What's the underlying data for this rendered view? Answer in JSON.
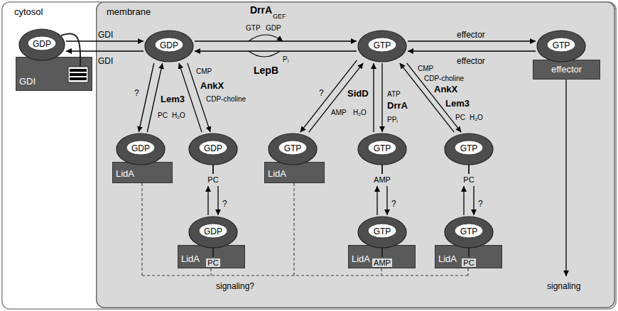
{
  "diagram": {
    "nodes": [
      {
        "text": [
          "cytosol"
        ]
      },
      {
        "text": [
          "GDP"
        ],
        "in": 0
      },
      {
        "text": [
          "GDI"
        ],
        "in": 0
      },
      {
        "text": [
          "membrane"
        ],
        "in": 0
      },
      {
        "text": [
          "GDP"
        ],
        "in": 3
      },
      {
        "text": [
          "GTP"
        ],
        "in": 3
      },
      {
        "text": [
          "GTP"
        ],
        "in": 3
      },
      {
        "text": [
          "effector"
        ],
        "in": 3
      },
      {
        "text": [
          "GDP"
        ],
        "in": 3
      },
      {
        "text": [
          "LidA"
        ],
        "in": 3
      },
      {
        "text": [
          "GDP",
          "PC"
        ],
        "in": 3
      },
      {
        "text": [
          "GTP"
        ],
        "in": 3
      },
      {
        "text": [
          "LidA"
        ],
        "in": 3
      },
      {
        "text": [
          "GTP",
          "AMP"
        ],
        "in": 3
      },
      {
        "text": [
          "GTP",
          "PC"
        ],
        "in": 3
      },
      {
        "text": [
          "GDP",
          "PC"
        ],
        "in": 3
      },
      {
        "text": [
          "LidA"
        ],
        "in": 3
      },
      {
        "text": [
          "GTP",
          "AMP"
        ],
        "in": 3
      },
      {
        "text": [
          "LidA"
        ],
        "in": 3
      },
      {
        "text": [
          "GTP",
          "PC"
        ],
        "in": 3
      },
      {
        "text": [
          "LidA"
        ],
        "in": 3
      }
    ],
    "edges": [
      {
        "from": 1,
        "to": 4,
        "label": "GDI",
        "arrow": "to"
      },
      {
        "from": 4,
        "to": 1,
        "label": "GDI",
        "arrow": "to"
      },
      {
        "from": 4,
        "to": 5,
        "label": "DrrA",
        "arrow": "to"
      },
      {
        "from": 5,
        "to": 4,
        "label": "LepB",
        "arrow": "to"
      },
      {
        "from": 5,
        "to": 6,
        "label": "effector",
        "arrow": "to"
      },
      {
        "from": 6,
        "to": 5,
        "label": "effector",
        "arrow": "to"
      },
      {
        "from": 4,
        "to": 8,
        "label": "?",
        "arrow": "to"
      },
      {
        "from": 8,
        "to": 4,
        "arrow": "to"
      },
      {
        "from": 4,
        "to": 10,
        "label": "AnkX",
        "arrow": "to"
      },
      {
        "from": 10,
        "to": 4,
        "label": "Lem3",
        "arrow": "to"
      },
      {
        "from": 5,
        "to": 11,
        "label": "?",
        "arrow": "to"
      },
      {
        "from": 11,
        "to": 5,
        "arrow": "to"
      },
      {
        "from": 5,
        "to": 13,
        "label": "DrrA",
        "arrow": "to"
      },
      {
        "from": 13,
        "to": 5,
        "label": "SidD",
        "arrow": "to"
      },
      {
        "from": 5,
        "to": 14,
        "label": "AnkX",
        "arrow": "to"
      },
      {
        "from": 14,
        "to": 5,
        "label": "Lem3",
        "arrow": "to"
      },
      {
        "from": 10,
        "to": 15,
        "label": "?",
        "arrow": "to"
      },
      {
        "from": 15,
        "to": 10,
        "arrow": "to"
      },
      {
        "from": 13,
        "to": 17,
        "label": "?",
        "arrow": "to"
      },
      {
        "from": 17,
        "to": 13,
        "arrow": "to"
      },
      {
        "from": 14,
        "to": 19,
        "label": "?",
        "arrow": "to"
      },
      {
        "from": 19,
        "to": 14,
        "arrow": "to"
      }
    ],
    "labels": [
      "GEF",
      "GTP",
      "GDP",
      "Pᵢ",
      "CMP",
      "CDP-choline",
      "PC",
      "H₂O",
      "AMP",
      "H₂O",
      "ATP",
      "PPᵢ",
      "CMP",
      "CDP-choline",
      "PC",
      "H₂O",
      "signaling?",
      "signaling"
    ]
  }
}
